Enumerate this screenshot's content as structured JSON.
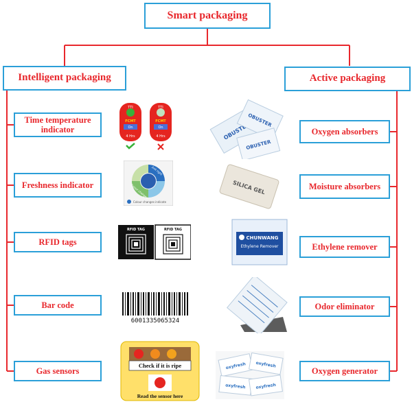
{
  "title": "Smart packaging",
  "categories": {
    "left": "Intelligent packaging",
    "right": "Active packaging"
  },
  "intelligent": [
    {
      "label": "Time temperature indicator",
      "icon": "ttt-indicator-icon"
    },
    {
      "label": "Freshness indicator",
      "icon": "freshness-wheel-icon"
    },
    {
      "label": "RFID tags",
      "icon": "rfid-tag-icon"
    },
    {
      "label": "Bar code",
      "icon": "barcode-icon"
    },
    {
      "label": "Gas sensors",
      "icon": "gas-sensor-icon"
    }
  ],
  "active": [
    {
      "label": "Oxygen absorbers",
      "icon": "oxygen-absorber-sachet-icon"
    },
    {
      "label": "Moisture absorbers",
      "icon": "silica-sachet-icon"
    },
    {
      "label": "Ethylene remover",
      "icon": "ethylene-remover-sachet-icon"
    },
    {
      "label": "Odor eliminator",
      "icon": "odor-eliminator-sachet-icon"
    },
    {
      "label": "Oxygen generator",
      "icon": "oxygen-generator-sachets-icon"
    }
  ],
  "image_text": {
    "ttt_label": "TTI",
    "ttt_text": "FCMT",
    "ttt_on": "On",
    "ttt_hours": "4 Hrs",
    "fresh_text1": "Just right",
    "fresh_text2": "Colour changes",
    "fresh_caption": "Colour changes indicate",
    "rfid_label": "RFID TAG",
    "barcode_number": "6001335065324",
    "gas_check": "Check if it is ripe",
    "gas_read": "Read the sensor here",
    "oxygen_brand": "OBUSTER",
    "silica_text": "SILICA GEL",
    "ethylene_brand": "CHUNWANG",
    "ethylene_name": "Ethylene Remover",
    "generator_brand": "oxyfresh"
  },
  "colors": {
    "line": "#e8272c",
    "border": "#2a9fd8",
    "text": "#e8272c"
  }
}
